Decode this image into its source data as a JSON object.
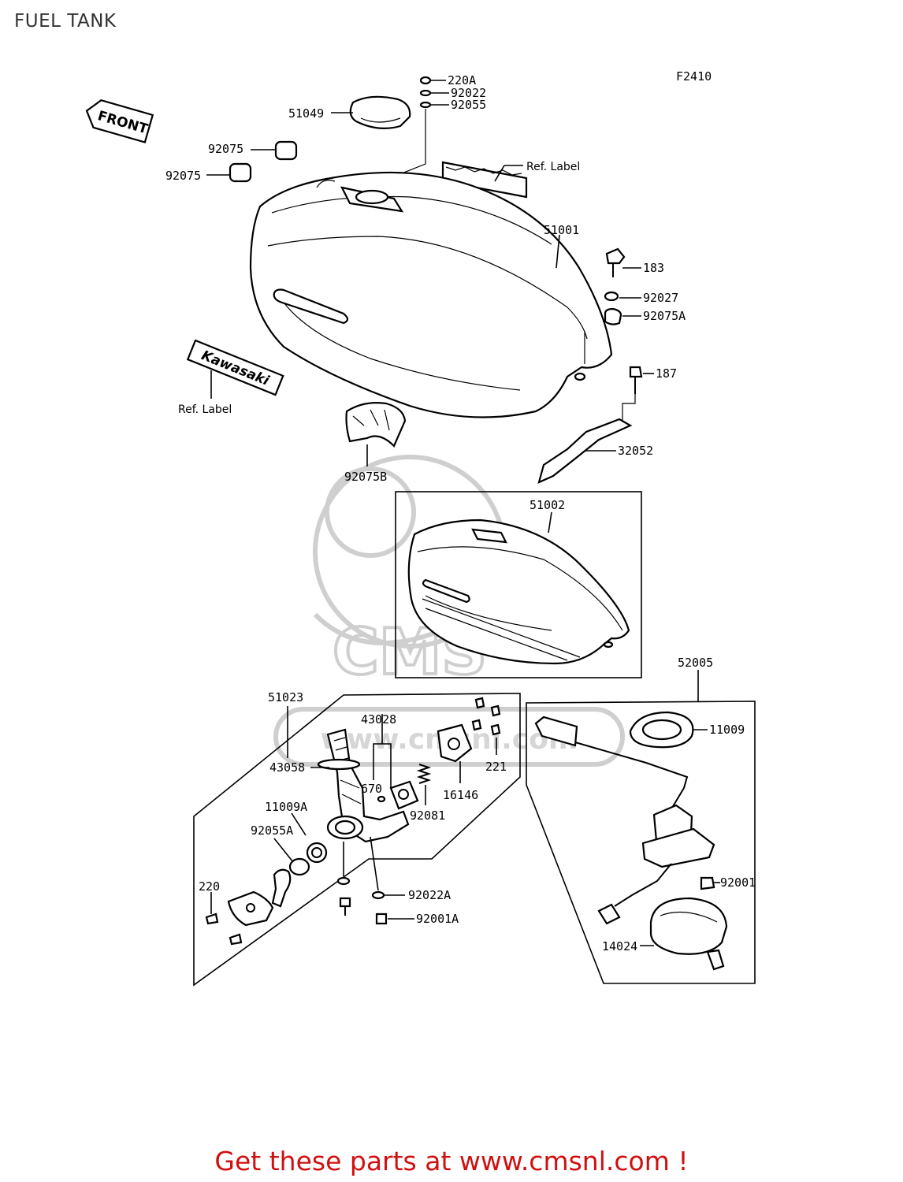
{
  "page": {
    "title": "FUEL TANK",
    "code": "F2410",
    "promo": "Get these parts at www.cmsnl.com !"
  },
  "watermark": {
    "text": "www.cmsnl.com",
    "logo": "CMS"
  },
  "front_marker": "FRONT",
  "brand_label": "Kawasaki",
  "labels": {
    "p220A": "220A",
    "p92022": "92022",
    "p92055": "92055",
    "p51049": "51049",
    "p92075a": "92075",
    "p92075b": "92075",
    "ref_label_top": "Ref. Label",
    "p51001": "51001",
    "p183": "183",
    "p92027": "92027",
    "p92075A": "92075A",
    "p187": "187",
    "ref_label_left": "Ref. Label",
    "p92075B": "92075B",
    "p32052": "32052",
    "p51002": "51002",
    "p52005": "52005",
    "p11009": "11009",
    "p51023": "51023",
    "p43028": "43028",
    "p43058": "43058",
    "p670": "670",
    "p221": "221",
    "p16146": "16146",
    "p92081": "92081",
    "p11009A": "11009A",
    "p92055A": "92055A",
    "p220": "220",
    "p92022A": "92022A",
    "p92001A": "92001A",
    "p92001": "92001",
    "p14024": "14024"
  }
}
